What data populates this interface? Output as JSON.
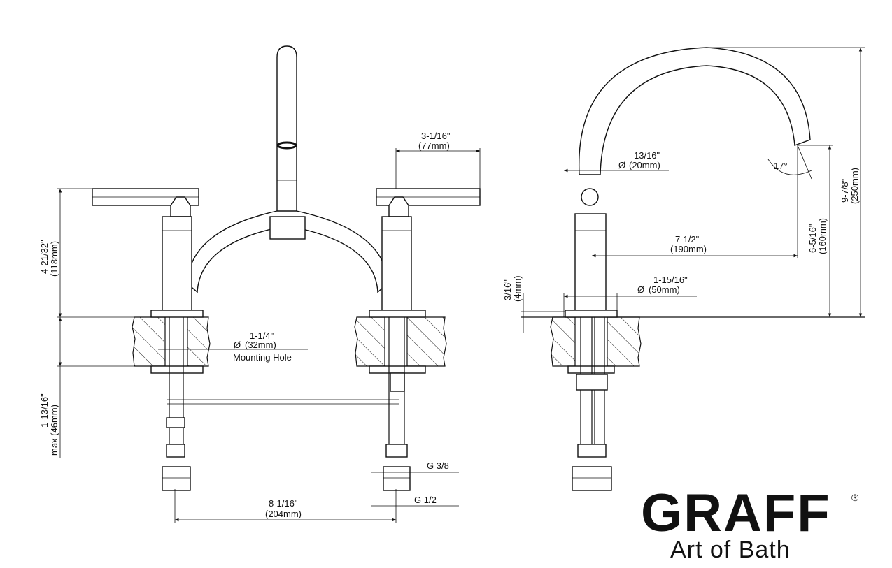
{
  "front_view": {
    "handle_height_imperial": "4-21/32\"",
    "handle_height_metric": "(118mm)",
    "handle_offset_imperial": "3-1/16\"",
    "handle_offset_metric": "(77mm)",
    "mounting_hole_imperial": "1-1/4\"",
    "mounting_hole_metric": "(32mm)",
    "mounting_hole_label": "Mounting Hole",
    "deck_thickness_imperial": "1-13/16\"",
    "deck_thickness_metric": "max (46mm)",
    "spread_imperial": "8-1/16\"",
    "spread_metric": "(204mm)",
    "thread_top": "G 3/8",
    "thread_bottom": "G 1/2"
  },
  "side_view": {
    "spout_diameter_imperial": "13/16\"",
    "spout_diameter_metric": "(20mm)",
    "spout_angle": "17°",
    "reach_imperial": "7-1/2\"",
    "reach_metric": "(190mm)",
    "base_diameter_imperial": "1-15/16\"",
    "base_diameter_metric": "(50mm)",
    "flange_imperial": "3/16\"",
    "flange_metric": "(4mm)",
    "spout_height_imperial": "6-5/16\"",
    "spout_height_metric": "(160mm)",
    "overall_height_imperial": "9-7/8\"",
    "overall_height_metric": "(250mm)",
    "diameter_symbol": "Ø"
  },
  "brand": {
    "name": "GRAFF",
    "registered": "®",
    "tagline": "Art of Bath"
  }
}
